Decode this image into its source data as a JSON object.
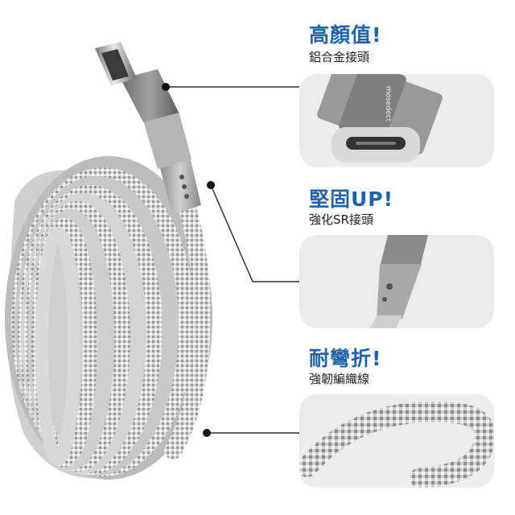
{
  "features": [
    {
      "title": "高顏值!",
      "subtitle": "鋁合金接頭"
    },
    {
      "title": "堅固UP!",
      "subtitle": "強化SR接頭"
    },
    {
      "title": "耐彎折!",
      "subtitle": "強韌編織線"
    }
  ],
  "brand": {
    "logo_text": "mosedect"
  },
  "colors": {
    "accent": "#1f63ad",
    "panel_bg": "#ececec",
    "text": "#222222"
  }
}
